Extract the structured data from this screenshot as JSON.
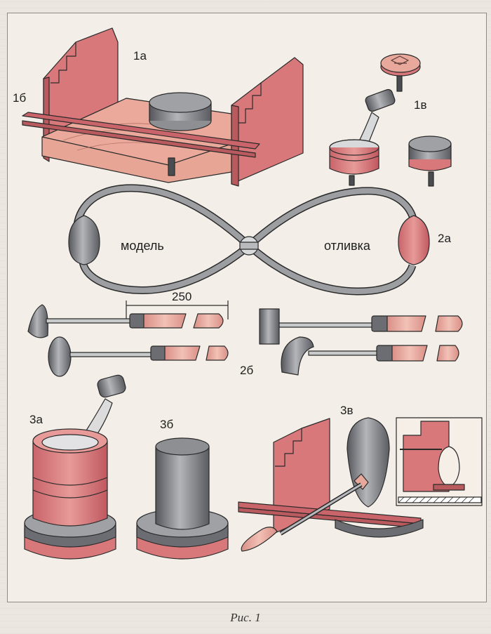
{
  "labels": {
    "l1a": "1а",
    "l1b": "1б",
    "l1v": "1в",
    "l2a": "2а",
    "l2b": "2б",
    "l3a": "3а",
    "l3b": "3б",
    "l3v": "3в",
    "model": "модель",
    "casting": "отливка",
    "dimension": "250"
  },
  "caption": "Рис. 1",
  "colors": {
    "pink": "#d9787a",
    "pink_dark": "#b85a5e",
    "pink_light": "#eeaaa6",
    "metal": "#6b6d72",
    "metal_light": "#a7a9ad",
    "wood": "#e8a99c",
    "outline": "#2a2a2a"
  }
}
